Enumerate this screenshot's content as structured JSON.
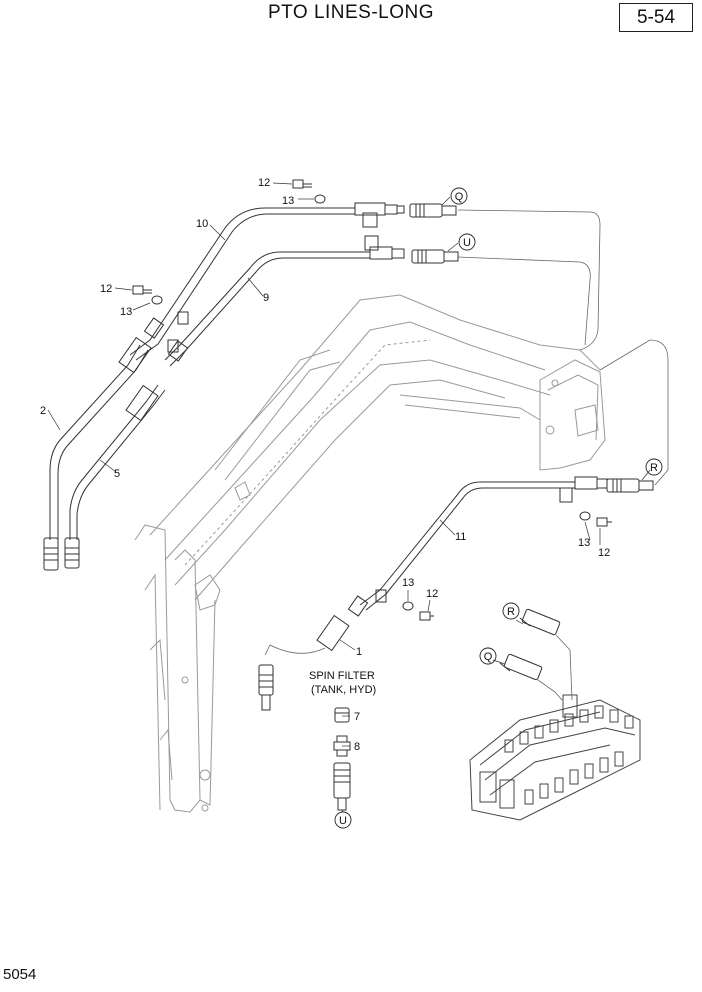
{
  "header": {
    "title": "PTO LINES-LONG",
    "page": "5-54"
  },
  "footer": {
    "doc_number": "5054"
  },
  "callouts": {
    "c1": "1",
    "c2": "2",
    "c5": "5",
    "c7": "7",
    "c8": "8",
    "c9": "9",
    "c10": "10",
    "c11": "11",
    "c12a": "12",
    "c12b": "12",
    "c12c": "12",
    "c12d": "12",
    "c13a": "13",
    "c13b": "13",
    "c13c": "13",
    "c13d": "13"
  },
  "connection_markers": {
    "q_top": "Q",
    "u_top": "U",
    "r_right": "R",
    "r_valve": "R",
    "q_valve": "Q",
    "u_bottom": "U"
  },
  "notes": {
    "spin_filter_line1": "SPIN FILTER",
    "spin_filter_line2": "(TANK, HYD)"
  }
}
